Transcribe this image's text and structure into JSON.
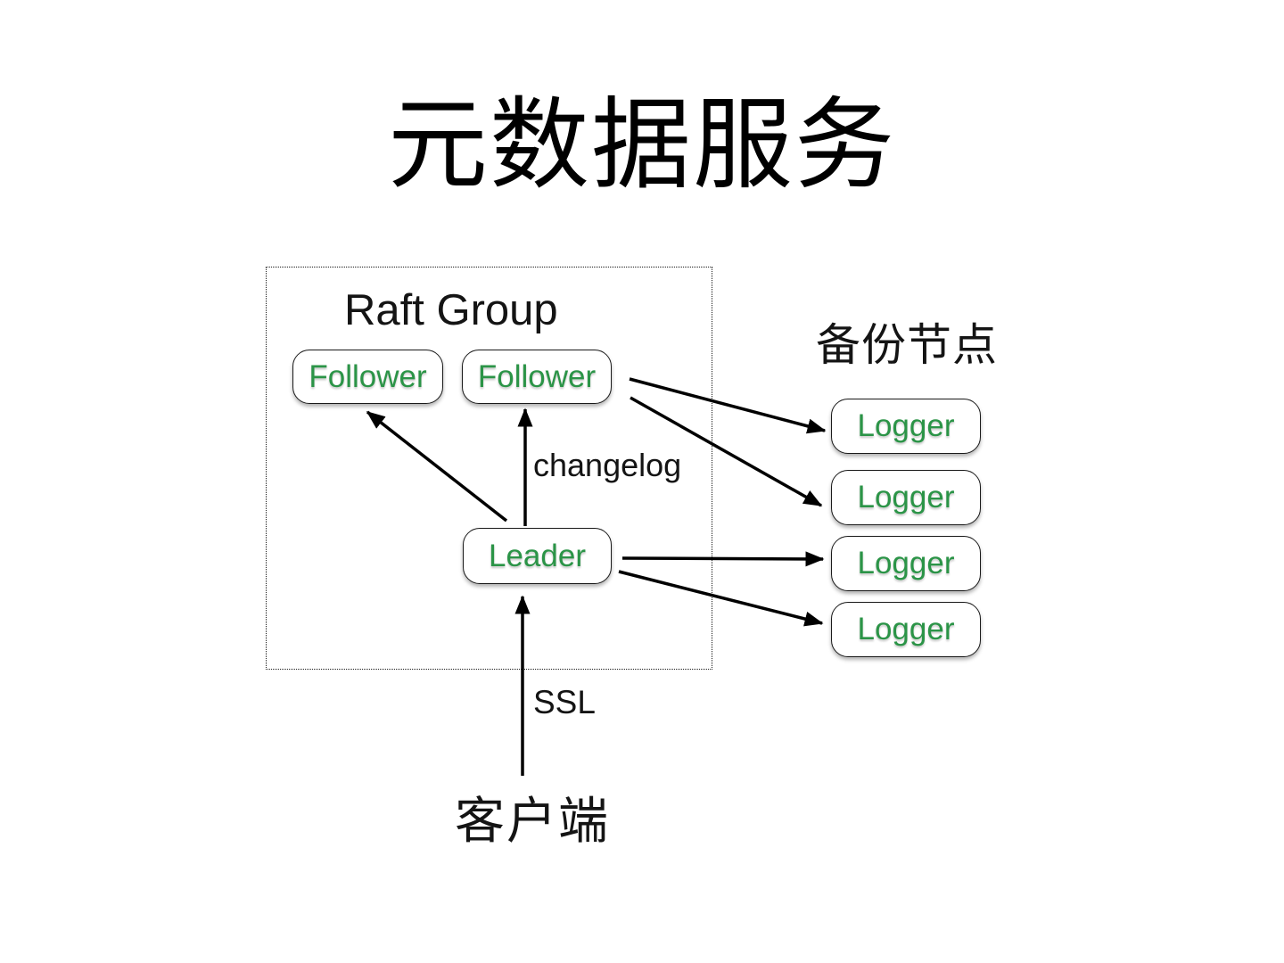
{
  "title": "元数据服务",
  "raft_group": {
    "label": "Raft Group",
    "nodes": {
      "follower1": "Follower",
      "follower2": "Follower",
      "leader": "Leader"
    }
  },
  "backup": {
    "label": "备份节点",
    "loggers": [
      "Logger",
      "Logger",
      "Logger",
      "Logger"
    ]
  },
  "client_label": "客户端",
  "edge_labels": {
    "changelog": "changelog",
    "ssl": "SSL"
  },
  "colors": {
    "node_text_green": "#2b9447",
    "line_black": "#000000",
    "background": "#ffffff"
  }
}
